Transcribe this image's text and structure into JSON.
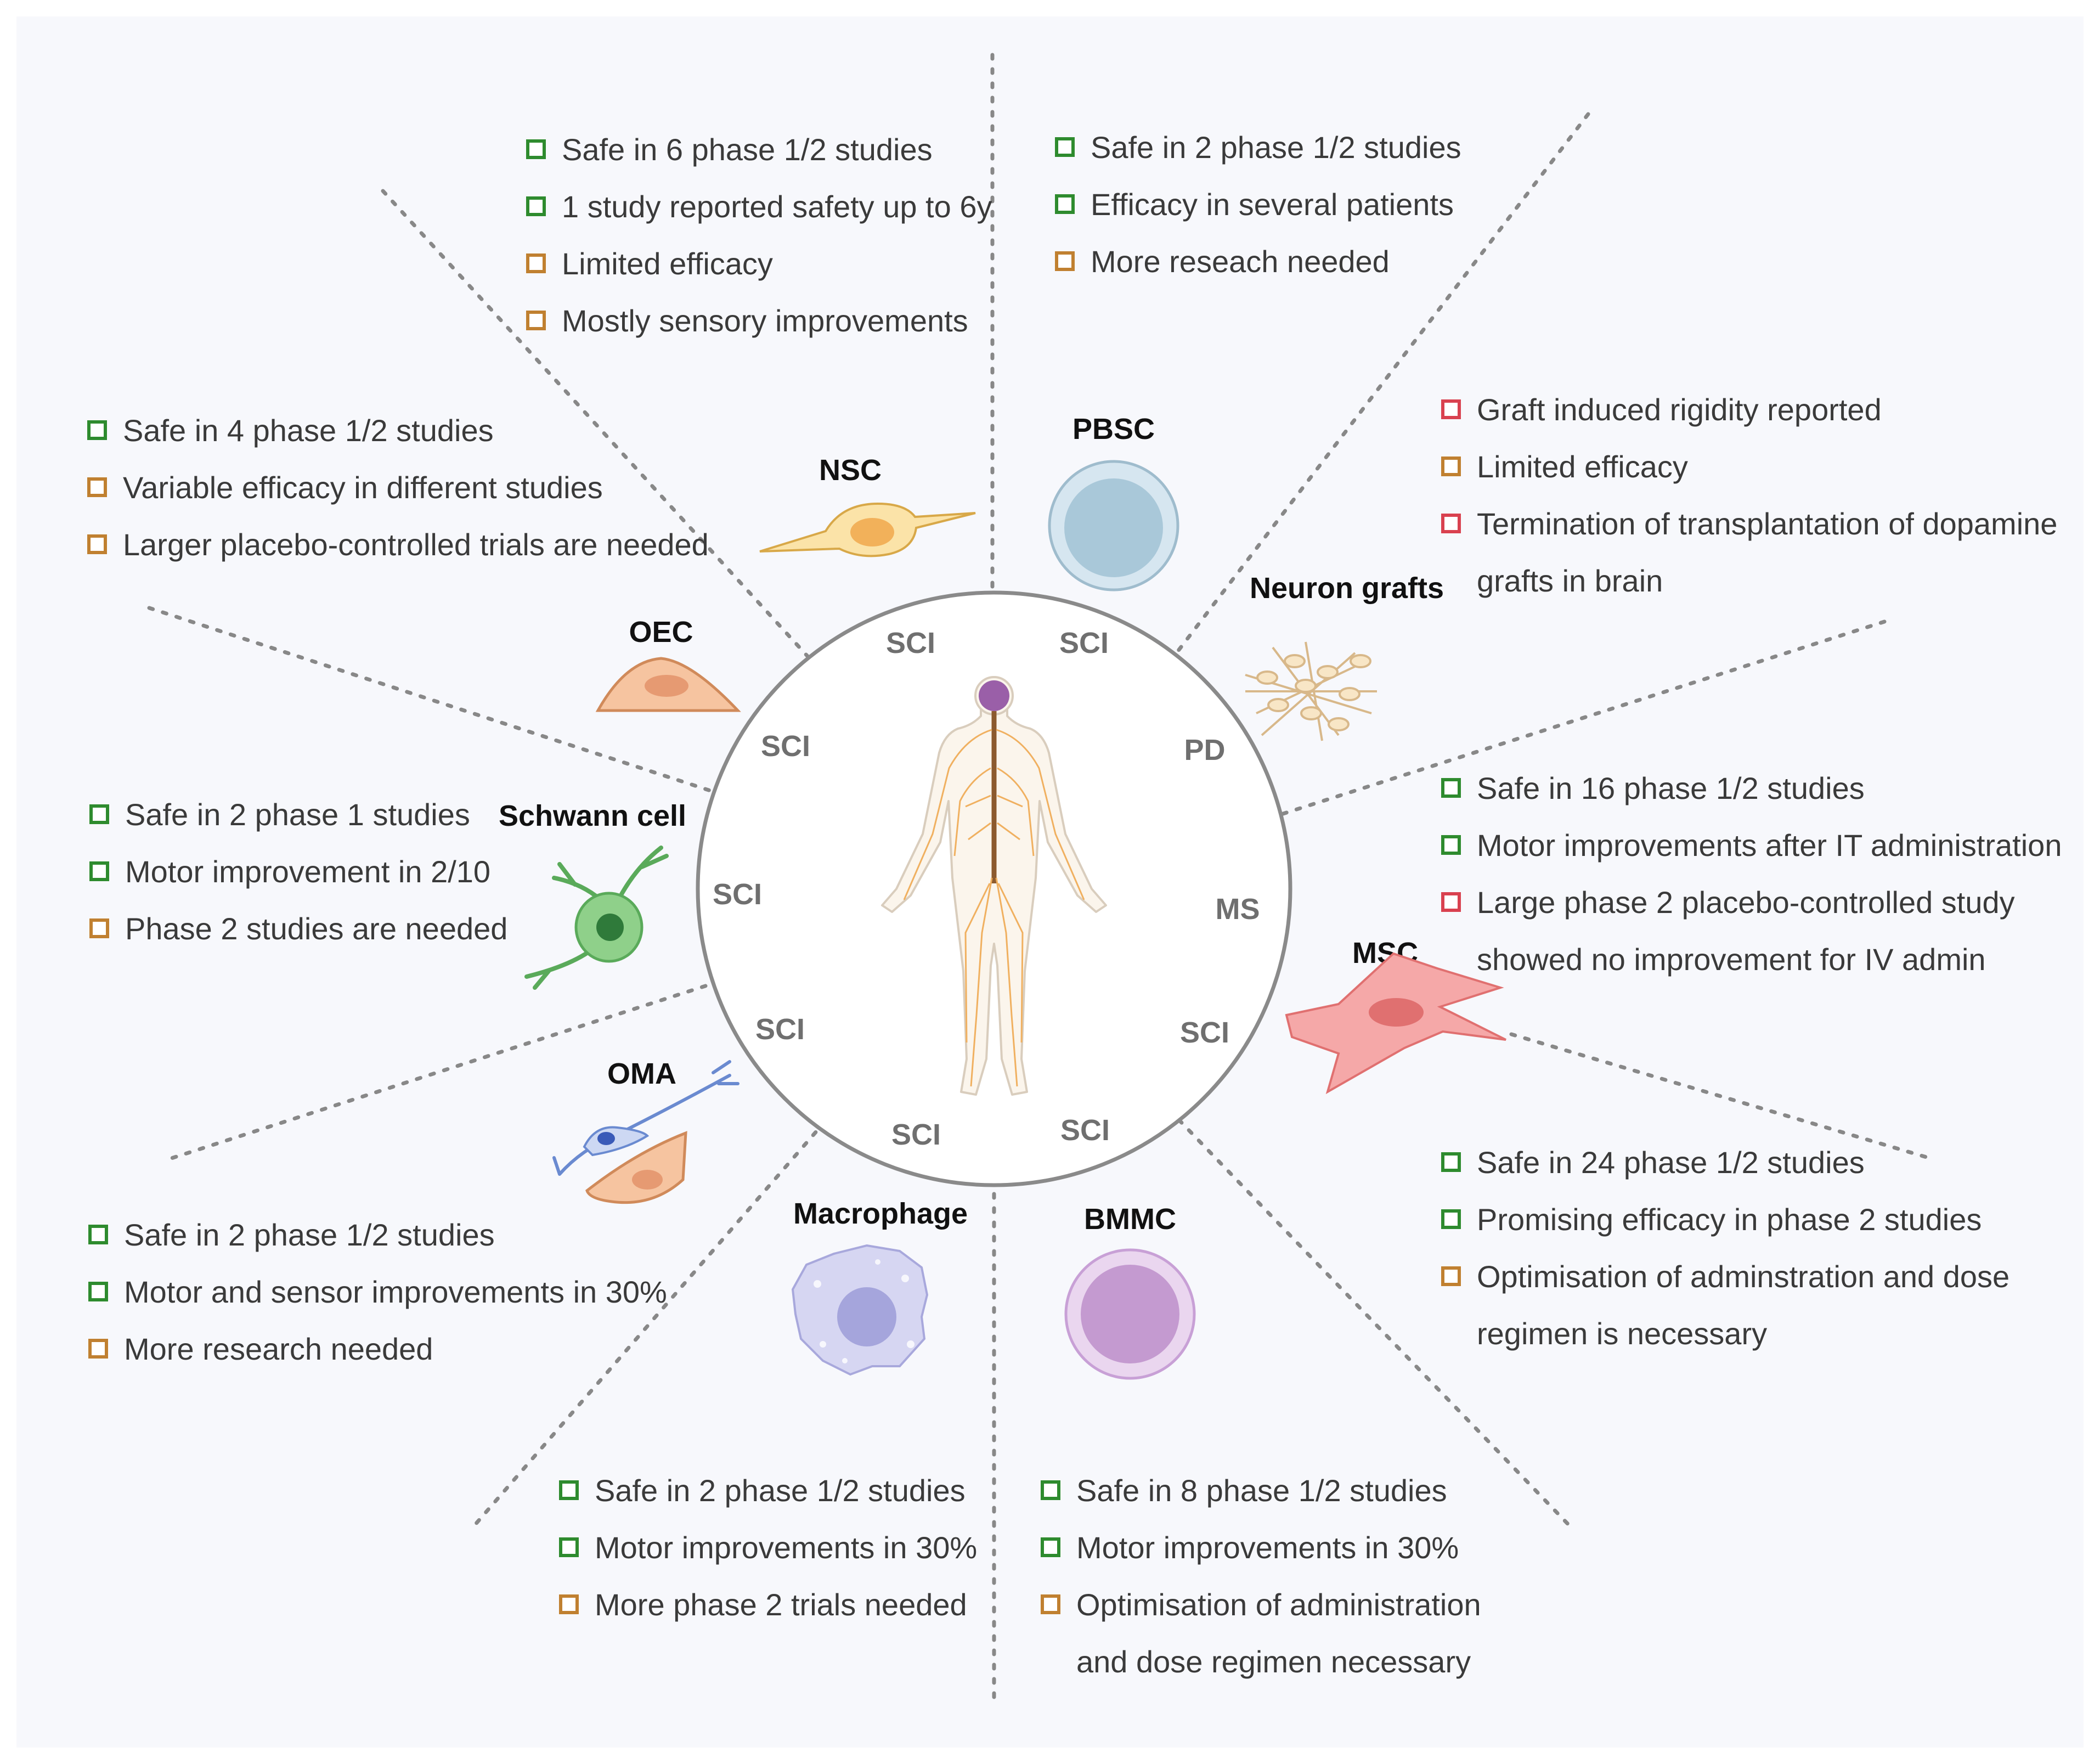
{
  "colors": {
    "safe": "#2e8b2e",
    "caution": "#c08030",
    "negative": "#d9414f",
    "background": "#f7f8fc",
    "circle": "#8a8a8a",
    "divider": "#888888"
  },
  "center": {
    "figure": "human-body-nervous-system"
  },
  "ring_labels": {
    "r0": "SCI",
    "r1": "SCI",
    "r2": "PD",
    "r3": "MS",
    "r4": "SCI",
    "r5": "SCI",
    "r6": "SCI",
    "r7": "SCI",
    "r8": "SCI",
    "r9": "SCI"
  },
  "cells": {
    "nsc": {
      "label": "NSC",
      "items": [
        {
          "text": "Safe in 6 phase 1/2 studies",
          "status": "safe"
        },
        {
          "text": "1 study reported safety up to 6y",
          "status": "safe"
        },
        {
          "text": "Limited efficacy",
          "status": "caution"
        },
        {
          "text": "Mostly sensory improvements",
          "status": "caution"
        }
      ]
    },
    "pbsc": {
      "label": "PBSC",
      "items": [
        {
          "text": "Safe in 2 phase 1/2 studies",
          "status": "safe"
        },
        {
          "text": "Efficacy in several patients",
          "status": "safe"
        },
        {
          "text": "More reseach needed",
          "status": "caution"
        }
      ]
    },
    "neuron": {
      "label": "Neuron grafts",
      "items": [
        {
          "text": "Graft induced rigidity reported",
          "status": "negative"
        },
        {
          "text": "Limited efficacy",
          "status": "caution"
        },
        {
          "text": "Termination of transplantation of dopamine",
          "status": "negative"
        },
        {
          "text": "grafts in brain",
          "status": "none"
        }
      ]
    },
    "msc": {
      "label": "MSC",
      "items": [
        {
          "text": "Safe in 16 phase 1/2 studies",
          "status": "safe"
        },
        {
          "text": "Motor improvements after IT administration",
          "status": "safe"
        },
        {
          "text": "Large phase 2 placebo-controlled study",
          "status": "negative"
        },
        {
          "text": "showed no improvement for IV admin",
          "status": "none"
        }
      ]
    },
    "msc2": {
      "items": [
        {
          "text": "Safe in 24 phase 1/2 studies",
          "status": "safe"
        },
        {
          "text": "Promising efficacy in phase 2 studies",
          "status": "safe"
        },
        {
          "text": "Optimisation of adminstration and dose",
          "status": "caution"
        },
        {
          "text": "regimen is necessary",
          "status": "none"
        }
      ]
    },
    "bmmc": {
      "label": "BMMC",
      "items": [
        {
          "text": "Safe in 8 phase 1/2 studies",
          "status": "safe"
        },
        {
          "text": "Motor improvements in 30%",
          "status": "safe"
        },
        {
          "text": "Optimisation of administration",
          "status": "caution"
        },
        {
          "text": "and dose regimen necessary",
          "status": "none"
        }
      ]
    },
    "macrophage": {
      "label": "Macrophage",
      "items": [
        {
          "text": "Safe in 2 phase 1/2 studies",
          "status": "safe"
        },
        {
          "text": "Motor improvements in 30%",
          "status": "safe"
        },
        {
          "text": "More phase 2 trials needed",
          "status": "caution"
        }
      ]
    },
    "oma": {
      "label": "OMA",
      "items": [
        {
          "text": "Safe in 2 phase 1/2 studies",
          "status": "safe"
        },
        {
          "text": "Motor and sensor improvements in 30%",
          "status": "safe"
        },
        {
          "text": "More research needed",
          "status": "caution"
        }
      ]
    },
    "schwann": {
      "label": "Schwann cell",
      "items": [
        {
          "text": "Safe in 2 phase 1 studies",
          "status": "safe"
        },
        {
          "text": "Motor improvement in 2/10",
          "status": "safe"
        },
        {
          "text": "Phase 2 studies are needed",
          "status": "caution"
        }
      ]
    },
    "oec": {
      "label": "OEC",
      "items": [
        {
          "text": "Safe in 4 phase 1/2 studies",
          "status": "safe"
        },
        {
          "text": "Variable efficacy in different studies",
          "status": "caution"
        },
        {
          "text": "Larger placebo-controlled trials are needed",
          "status": "caution"
        }
      ]
    }
  }
}
